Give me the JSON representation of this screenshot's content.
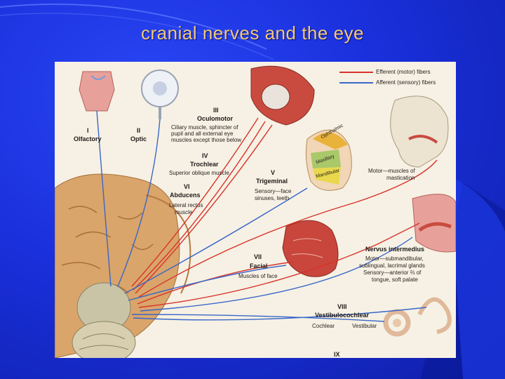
{
  "slide": {
    "title": "cranial nerves and the eye"
  },
  "legend": {
    "efferent": "Efferent (motor) fibers",
    "afferent": "Afferent (sensory) fibers",
    "efferent_color": "#d9322b",
    "afferent_color": "#3a66c9"
  },
  "nerves": {
    "olfactory": {
      "num": "I",
      "name": "Olfactory"
    },
    "optic": {
      "num": "II",
      "name": "Optic"
    },
    "oculomotor": {
      "num": "III",
      "name": "Oculomotor",
      "desc1": "Ciliary muscle, sphincter of",
      "desc2": "pupil and all external eye",
      "desc3": "muscles except those below"
    },
    "trochlear": {
      "num": "IV",
      "name": "Trochlear",
      "desc1": "Superior oblique muscle"
    },
    "abducens": {
      "num": "VI",
      "name": "Abducens",
      "desc1": "Lateral rectus",
      "desc2": "muscle"
    },
    "trigeminal": {
      "num": "V",
      "name": "Trigeminal",
      "desc1": "Sensory—face",
      "desc2": "sinuses, teeth",
      "motor1": "Motor—muscles of",
      "motor2": "mastication",
      "div1": "Ophthalmic",
      "div2": "Maxillary",
      "div3": "Mandibular"
    },
    "facial": {
      "num": "VII",
      "name": "Facial",
      "desc1": "Muscles of face"
    },
    "intermedius": {
      "name": "Nervus intermedius",
      "desc1": "Motor—submandibular,",
      "desc2": "sublingual, lacrimal glands",
      "desc3": "Sensory—anterior ⅔ of",
      "desc4": "tongue, soft palate"
    },
    "vestibulocochlear": {
      "num": "VIII",
      "name": "Vestibulocochlear",
      "cochlear": "Cochlear",
      "vestibular": "Vestibular"
    },
    "next": {
      "num": "IX"
    }
  }
}
